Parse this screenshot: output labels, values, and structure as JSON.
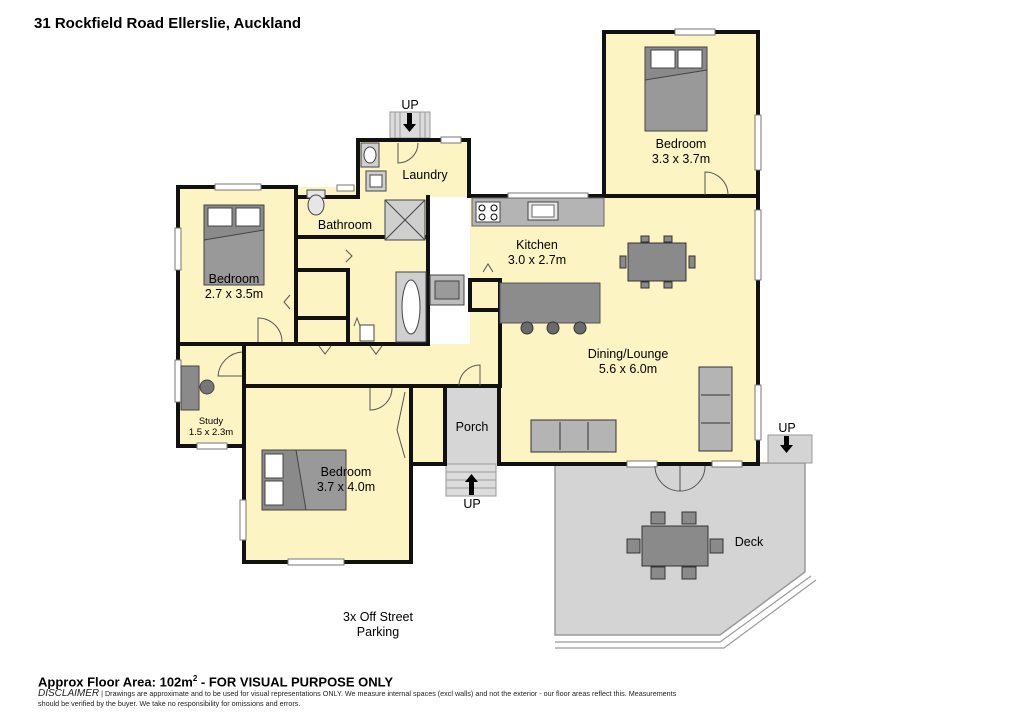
{
  "title": "31 Rockfield Road Ellerslie, Auckland",
  "floor_area": {
    "prefix": "Approx Floor Area: 102m",
    "sup": "2",
    "suffix": " - FOR VISUAL PURPOSE ONLY"
  },
  "disclaimer": {
    "label": "DISCLAIMER",
    "text": " | Drawings are approximate and to be used for visual representations ONLY. We measure internal spaces (excl walls) and not the exterior - our floor areas reflect this. Measurements should be verified by the buyer. We take no responsibility for omissions and errors."
  },
  "rooms": {
    "bedroom_nw": {
      "name": "Bedroom",
      "size": "2.7 x 3.5m"
    },
    "bedroom_ne": {
      "name": "Bedroom",
      "size": "3.3 x 3.7m"
    },
    "bedroom_s": {
      "name": "Bedroom",
      "size": "3.7 x 4.0m"
    },
    "bathroom": {
      "name": "Bathroom"
    },
    "laundry": {
      "name": "Laundry"
    },
    "kitchen": {
      "name": "Kitchen",
      "size": "3.0 x 2.7m"
    },
    "dining": {
      "name": "Dining/Lounge",
      "size": "5.6 x 6.0m"
    },
    "study": {
      "name": "Study",
      "size": "1.5 x 2.3m"
    },
    "porch": {
      "name": "Porch"
    },
    "deck": {
      "name": "Deck"
    }
  },
  "stairs": {
    "up_label": "UP"
  },
  "parking": {
    "line1": "3x Off Street",
    "line2": "Parking"
  }
}
